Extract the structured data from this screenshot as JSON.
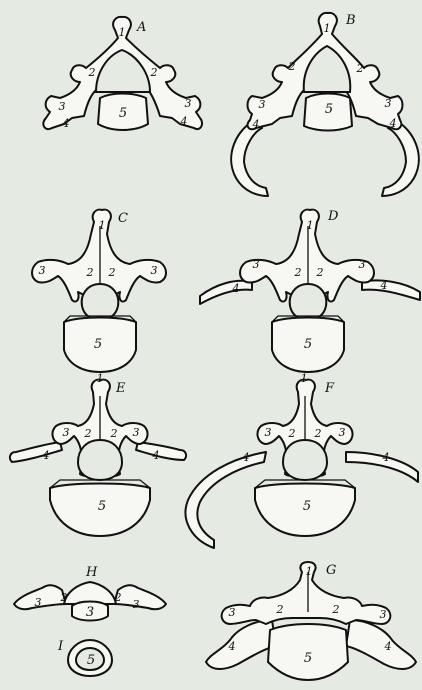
{
  "figures": [
    {
      "key": "A",
      "letter": "A",
      "n1": "1",
      "n2": "2",
      "n3": "3",
      "n4": "4",
      "n5": "5"
    },
    {
      "key": "B",
      "letter": "B",
      "n1": "1",
      "n2": "2",
      "n3": "3",
      "n4": "4",
      "n5": "5"
    },
    {
      "key": "C",
      "letter": "C",
      "n1": "1",
      "n2": "2",
      "n3": "3",
      "n5": "5"
    },
    {
      "key": "D",
      "letter": "D",
      "n1": "1",
      "n2": "2",
      "n3": "3",
      "n4": "4",
      "n5": "5"
    },
    {
      "key": "E",
      "letter": "E",
      "n1": "1",
      "n2": "2",
      "n3": "3",
      "n4": "4",
      "n5": "5"
    },
    {
      "key": "F",
      "letter": "F",
      "n1": "1",
      "n2": "2",
      "n3": "3",
      "n4": "4",
      "n5": "5"
    },
    {
      "key": "H",
      "letter": "H",
      "n2": "2",
      "n3": "3",
      "n5": "3"
    },
    {
      "key": "I",
      "letter": "I",
      "n5": "5"
    },
    {
      "key": "G",
      "letter": "G",
      "n1": "1",
      "n2": "2",
      "n3": "3",
      "n4": "4",
      "n5": "5"
    }
  ],
  "colors": {
    "background": "#e5ebe3",
    "bone": "#f7f8f3",
    "ink": "#111111"
  }
}
